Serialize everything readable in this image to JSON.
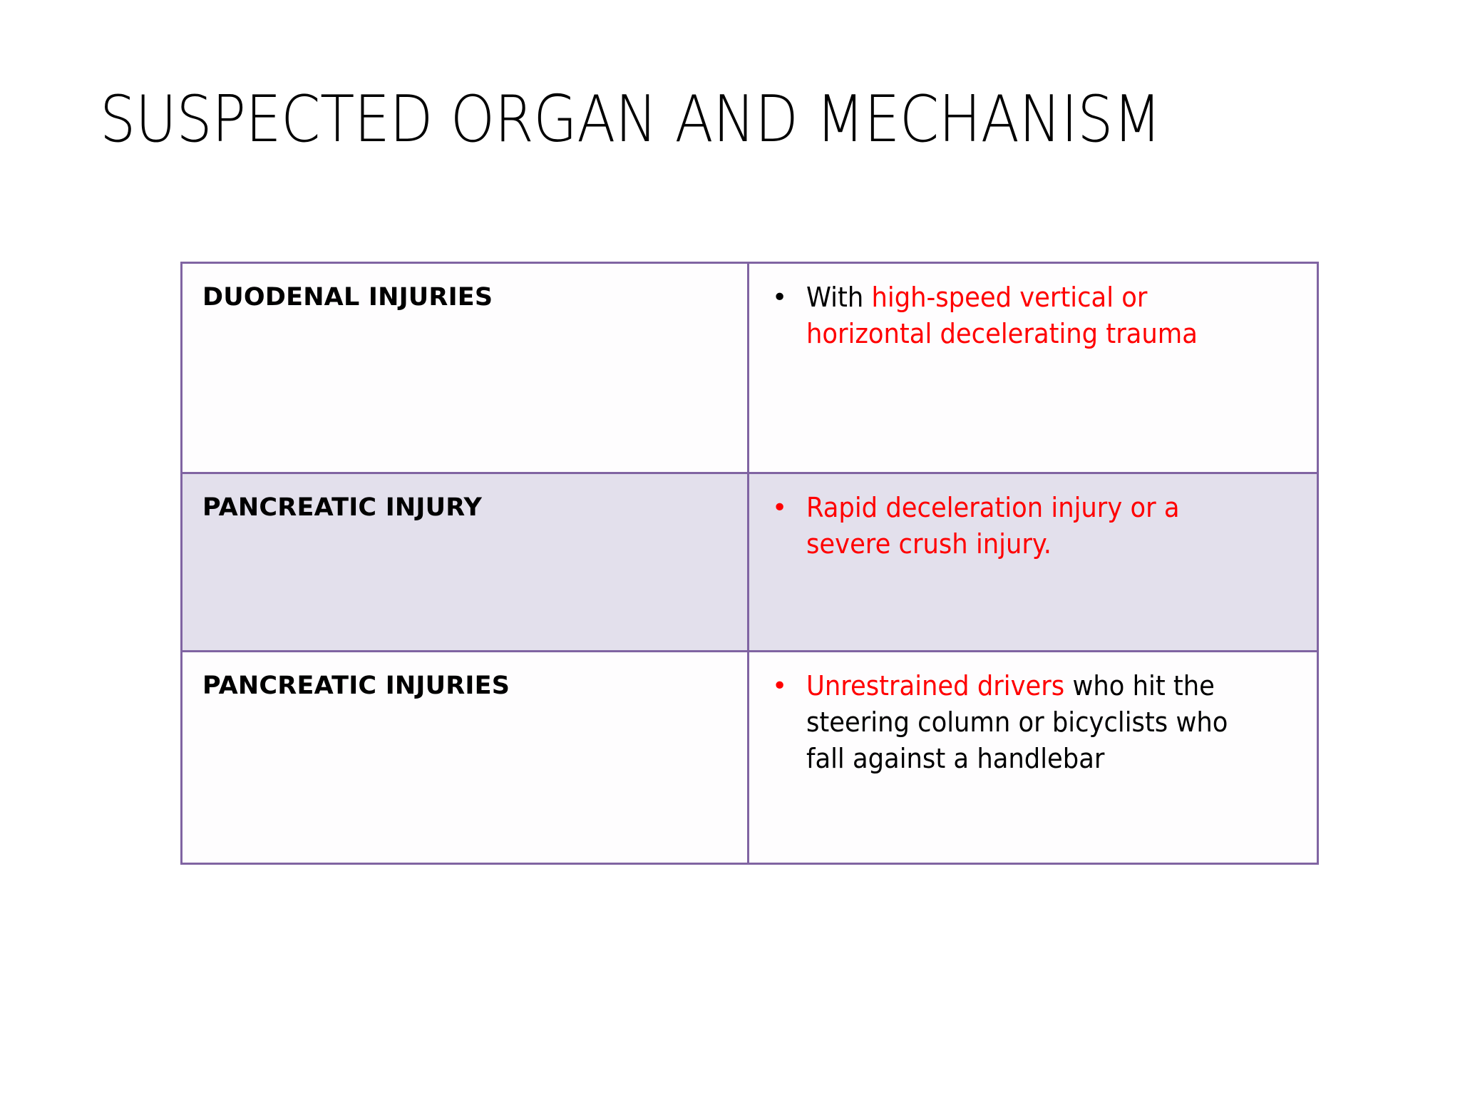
{
  "slide": {
    "title": "SUSPECTED ORGAN AND MECHANISM",
    "background_color": "#FFFFFF"
  },
  "colors": {
    "table_border": "#8064A2",
    "shaded_row_fill": "#E3E0EC",
    "plain_row_fill": "#FEFDFE",
    "accent_red": "#FF0000",
    "text_black": "#000000"
  },
  "table": {
    "columns": 2,
    "rows": [
      {
        "organ": "DUODENAL INJURIES",
        "shaded": false,
        "bullet_color": "#000000",
        "bullet_glyph": "•",
        "mechanism_segments": [
          {
            "text": "With ",
            "color": "#000000"
          },
          {
            "text": "high-speed vertical or horizontal decelerating trauma",
            "color": "#FF0000"
          }
        ],
        "mechanism_plain": "With high-speed vertical or horizontal decelerating trauma"
      },
      {
        "organ": "PANCREATIC INJURY",
        "shaded": true,
        "bullet_color": "#FF0000",
        "bullet_glyph": "•",
        "mechanism_segments": [
          {
            "text": "Rapid deceleration injury or a severe crush injury.",
            "color": "#FF0000"
          }
        ],
        "mechanism_plain": "Rapid deceleration injury or a severe crush injury."
      },
      {
        "organ": "PANCREATIC INJURIES",
        "shaded": false,
        "bullet_color": "#FF0000",
        "bullet_glyph": "•",
        "mechanism_segments": [
          {
            "text": "Unrestrained drivers",
            "color": "#FF0000"
          },
          {
            "text": " who hit the steering column or bicyclists who fall against a handlebar",
            "color": "#000000"
          }
        ],
        "mechanism_plain": "Unrestrained drivers who hit the steering column or bicyclists who fall against a handlebar"
      }
    ]
  }
}
